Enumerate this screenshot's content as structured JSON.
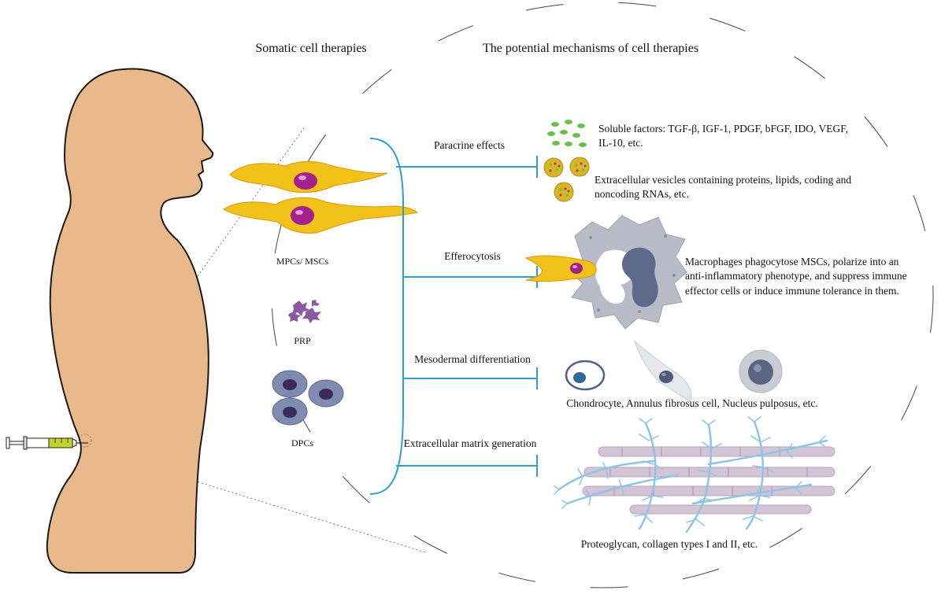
{
  "headers": {
    "left": "Somatic cell therapies",
    "right": "The potential mechanisms of cell therapies"
  },
  "cells": {
    "msc_label": "MPCs/ MSCs",
    "prp_label": "PRP",
    "dpc_label": "DPCs"
  },
  "mechanisms": [
    {
      "title": "Paracrine effects"
    },
    {
      "title": "Efferocytosis"
    },
    {
      "title": "Mesodermal differentiation"
    },
    {
      "title": "Extracellular matrix generation"
    }
  ],
  "descriptions": {
    "soluble": [
      "Soluble factors: TGF-β, IGF-1, PDGF, bFGF, IDO, VEGF,",
      "IL-10, etc."
    ],
    "vesicles": [
      "Extracellular vesicles containing proteins, lipids, coding and",
      "noncoding RNAs, etc."
    ],
    "macrophage": [
      "Macrophages phagocytose MSCs, polarize into an",
      "anti-inflammatory phenotype, and suppress immune",
      "effector cells or induce immune tolerance in them."
    ],
    "differentiation": "Chondrocyte, Annulus fibrosus cell, Nucleus pulposus, etc.",
    "ecm": "Proteoglycan, collagen types I and II, etc."
  },
  "colors": {
    "skin": "#e9b98c",
    "bracket": "#2f9fd3",
    "msc_yellow": "#f2c21b",
    "nucleus": "#a3218f",
    "prp": "#8a5aa0",
    "dpc_outer": "#7f8bb0",
    "dpc_inner": "#3c2a5c",
    "factor_green": "#6cc04a",
    "macrophage": "#b9bcc6",
    "ecm_blue": "#8ec4e6",
    "collagen": "#d3c4d6"
  }
}
